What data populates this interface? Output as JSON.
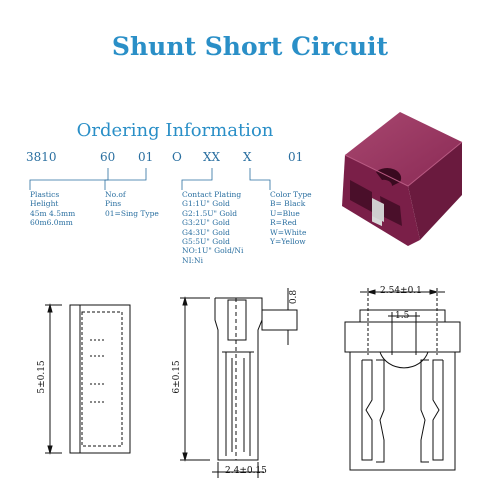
{
  "title": "Shunt Short Circuit",
  "subtitle": "Ordering Information",
  "order_code": [
    "3810",
    "60",
    "01",
    "O",
    "XX",
    "X",
    "01"
  ],
  "desc_plastics": [
    "Plastics",
    "Helight",
    "45m 4.5mm",
    "60m6.0mm"
  ],
  "desc_pins": [
    "No.of",
    "Pins",
    "01=Sing Type"
  ],
  "desc_plating": [
    "Contact Plating",
    "G1:1U\" Gold",
    "G2:1.5U\" Gold",
    "G3:2U\" Gold",
    "G4:3U\" Gold",
    "G5:5U\" Gold",
    "NO:1U\" Gold/Ni",
    "NI:Ni"
  ],
  "desc_color": [
    "Color Type",
    "B= Black",
    "U=Blue",
    "R=Red",
    "W=White",
    "Y=Yellow"
  ],
  "dimensions": {
    "side_height": "5±0.15",
    "front_height": "6±0.15",
    "front_width": "2.4±0.15",
    "front_tab": "0.8",
    "right_pitch": "2.54±0.1",
    "right_gap": "1.5"
  },
  "colors": {
    "title": "#2a8fc7",
    "text": "#2a6fa0",
    "body": "#8a2a55",
    "connector": "#7a1f48"
  }
}
